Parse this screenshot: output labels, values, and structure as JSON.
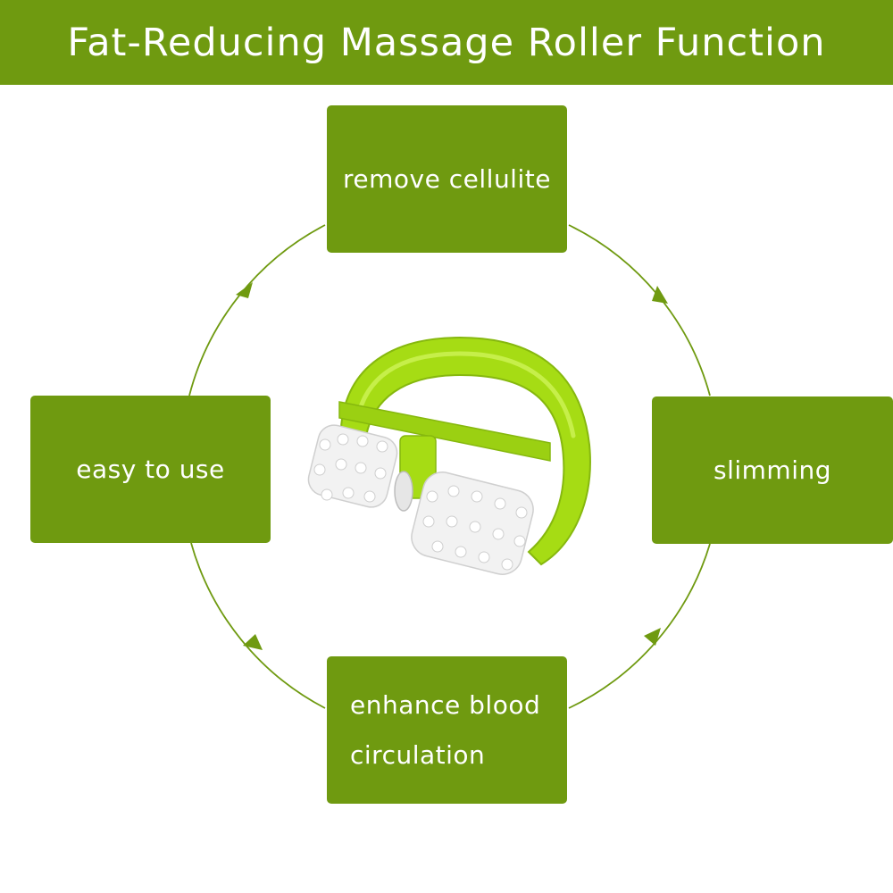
{
  "banner": {
    "title": "Fat-Reducing Massage Roller Function"
  },
  "cycle": {
    "nodes": {
      "top": "remove cellulite",
      "left": "easy to use",
      "right": "slimming",
      "bottom": "enhance blood circulation"
    }
  },
  "colors": {
    "accent": "#6f9a10",
    "product_handle": "#a6dc14",
    "product_roller": "#f2f2f2"
  },
  "icons": [
    "massage-roller-icon"
  ]
}
